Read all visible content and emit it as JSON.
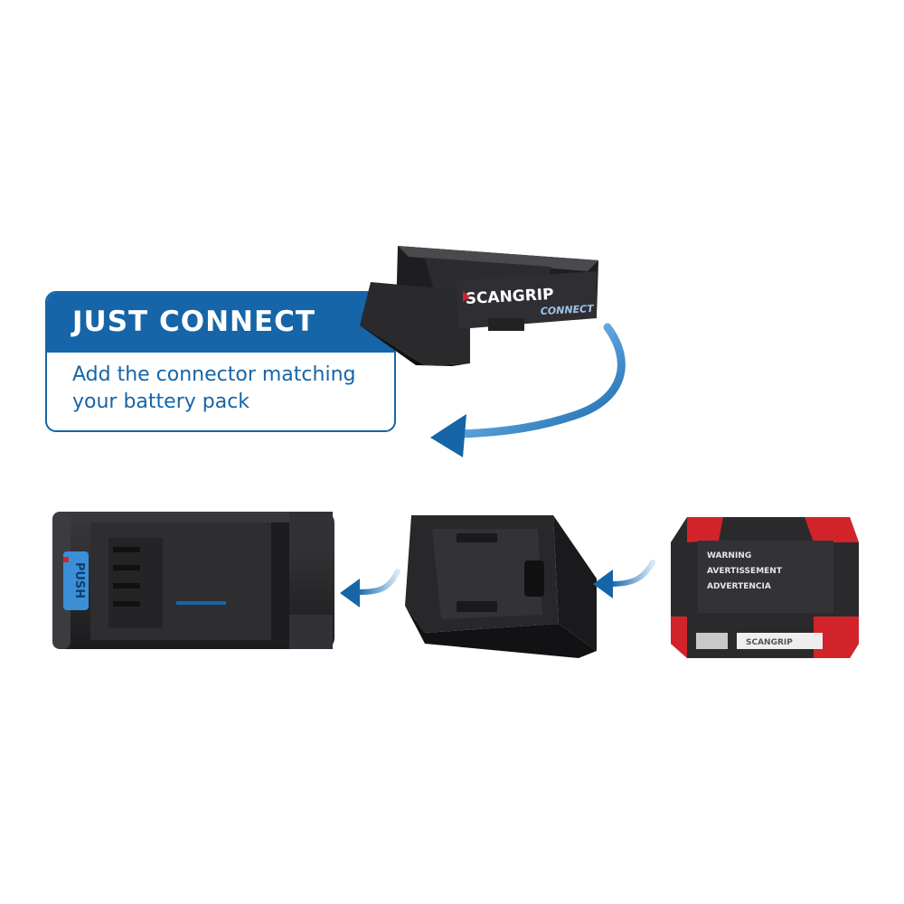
{
  "callout": {
    "title": "JUST CONNECT",
    "body": "Add the connector matching your battery pack"
  },
  "adapter": {
    "brand": "SCANGRIP",
    "sub_brand": "CONNECT"
  },
  "light_base": {
    "push_label": "PUSH"
  },
  "battery": {
    "warning_lines": [
      "WARNING",
      "AVERTISSEMENT",
      "ADVERTENCIA"
    ],
    "label_brand": "SCANGRIP"
  },
  "colors": {
    "accent_blue": "#1565a8",
    "button_blue": "#3b8fd6",
    "battery_red": "#d2232a",
    "body_black": "#2a2a2c"
  },
  "icons": [
    "curved-arrow-icon",
    "curved-arrow-icon",
    "curved-arrow-icon"
  ]
}
